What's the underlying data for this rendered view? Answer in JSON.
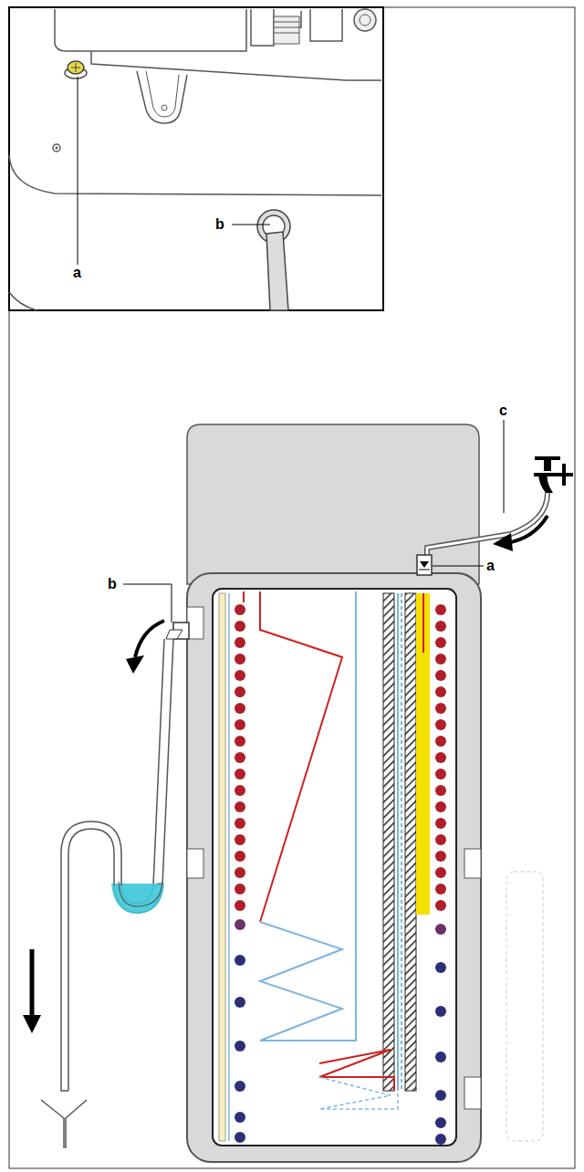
{
  "diagram": {
    "labels": [
      "b",
      "a",
      "c",
      "a",
      "b"
    ]
  }
}
